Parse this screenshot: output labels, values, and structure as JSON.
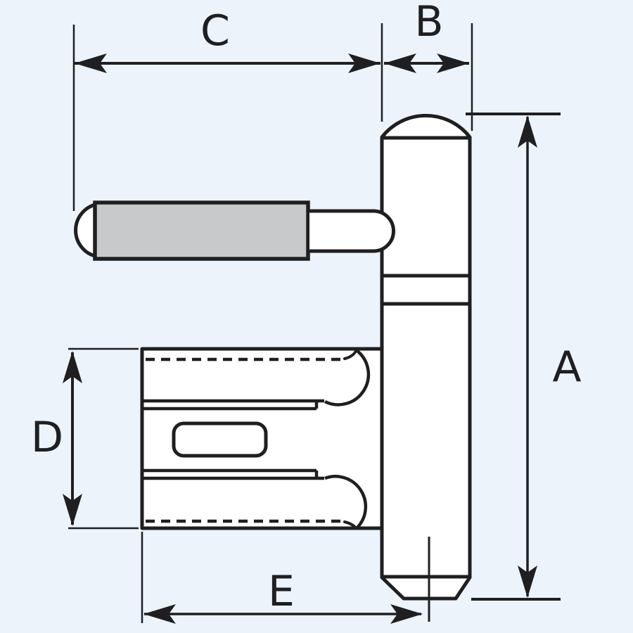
{
  "diagram": {
    "dimension_labels": {
      "a": "A",
      "b": "B",
      "c": "C",
      "d": "D",
      "e": "E"
    },
    "colors": {
      "background": "#edf3fa",
      "line": "#1f1f21",
      "pin-fill": "#c7c9cb",
      "part-fill": "#ffffff"
    }
  }
}
